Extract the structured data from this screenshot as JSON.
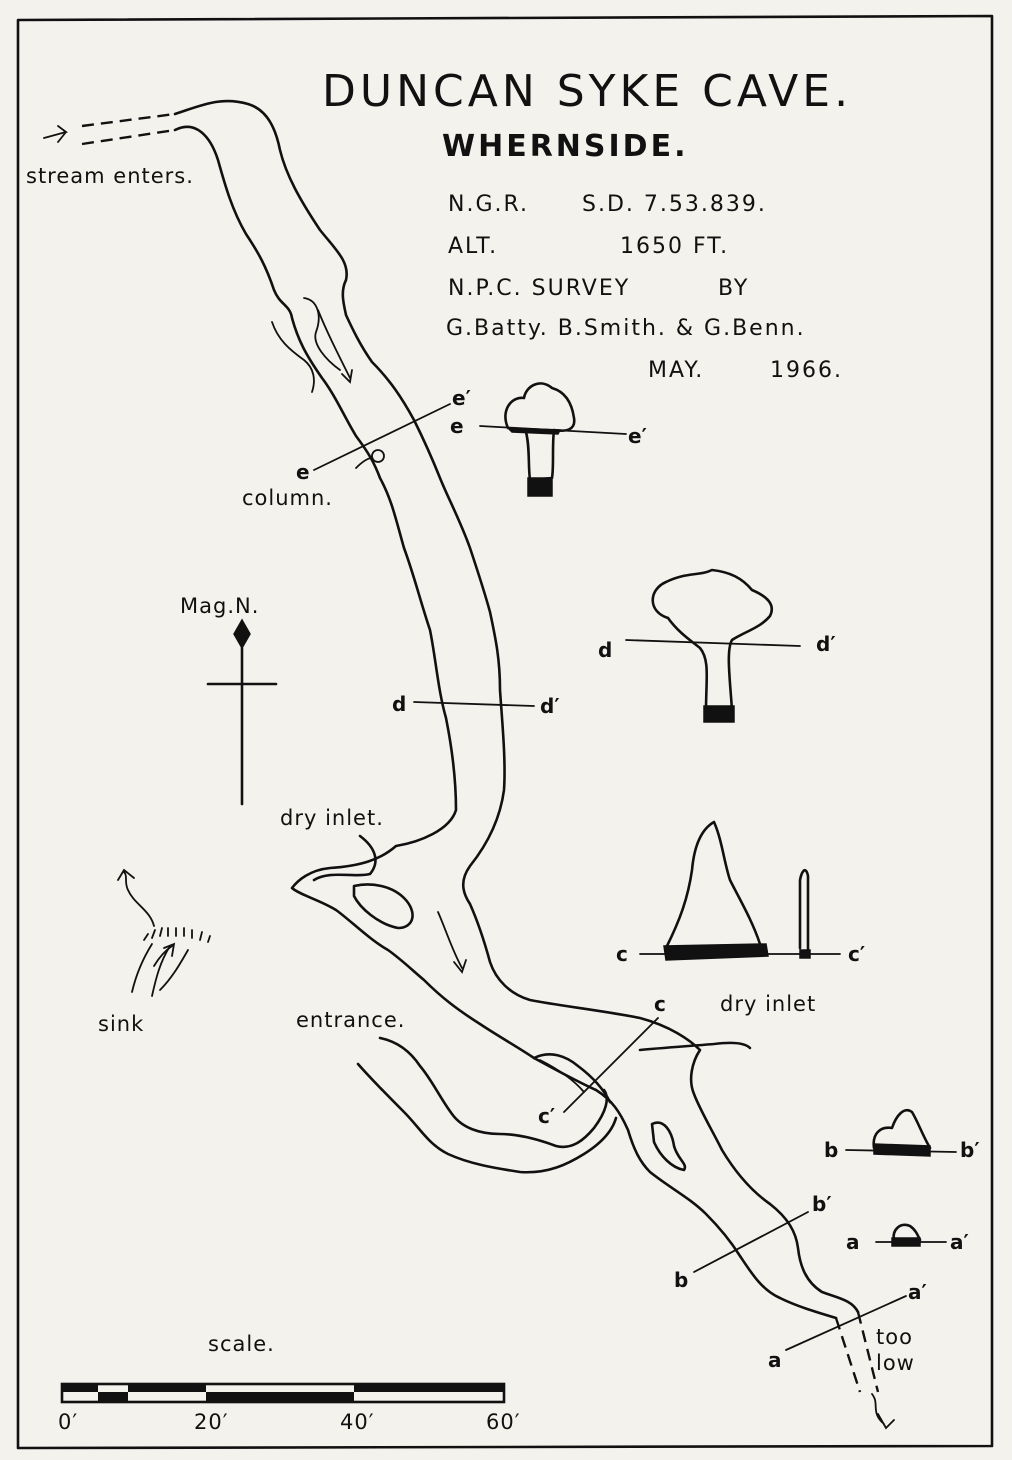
{
  "title": "DUNCAN SYKE CAVE.",
  "subtitle": "WHERNSIDE.",
  "grid_ref": {
    "label": "N.G.R.",
    "value": "S.D. 7.53.839."
  },
  "altitude": {
    "label": "ALT.",
    "value": "1650 FT."
  },
  "survey": {
    "label": "N.P.C. SURVEY",
    "by": "BY",
    "surveyors": "G.Batty.  B.Smith. & G.Benn."
  },
  "date": {
    "month": "MAY.",
    "year": "1966."
  },
  "labels": {
    "stream_enters": "stream enters.",
    "column": "column.",
    "mag_north": "Mag.N.",
    "dry_inlet_upper": "dry inlet.",
    "dry_inlet_lower": "dry inlet",
    "sink": "sink",
    "entrance": "entrance.",
    "too_low": "too low",
    "scale": "scale."
  },
  "section_letters": {
    "e": "e",
    "e_prime": "e′",
    "d": "d",
    "d_prime": "d′",
    "c": "c",
    "c_prime": "c′",
    "b": "b",
    "b_prime": "b′",
    "a": "a",
    "a_prime": "a′"
  },
  "scale_bar": {
    "ticks": [
      "0′",
      "20′",
      "40′",
      "60′"
    ]
  },
  "colors": {
    "ink": "#111111",
    "paper": "#f4f2ec"
  }
}
